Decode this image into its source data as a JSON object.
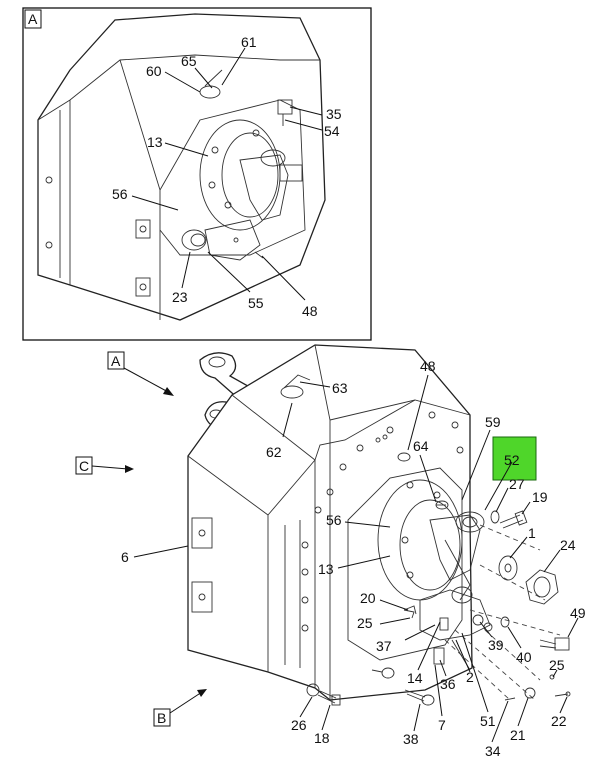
{
  "detail": {
    "view_letter": "A",
    "callouts": [
      "61",
      "65",
      "60",
      "35",
      "54",
      "13",
      "56",
      "23",
      "55",
      "48"
    ]
  },
  "main": {
    "view_markers": [
      "A",
      "C",
      "B"
    ],
    "callouts": [
      "48",
      "63",
      "62",
      "59",
      "64",
      "52",
      "27",
      "19",
      "56",
      "1",
      "24",
      "6",
      "13",
      "20",
      "25",
      "37",
      "39",
      "49",
      "40",
      "25",
      "14",
      "36",
      "2",
      "51",
      "7",
      "26",
      "18",
      "38",
      "34",
      "21",
      "22"
    ],
    "highlight_color": "#4fd62a"
  }
}
